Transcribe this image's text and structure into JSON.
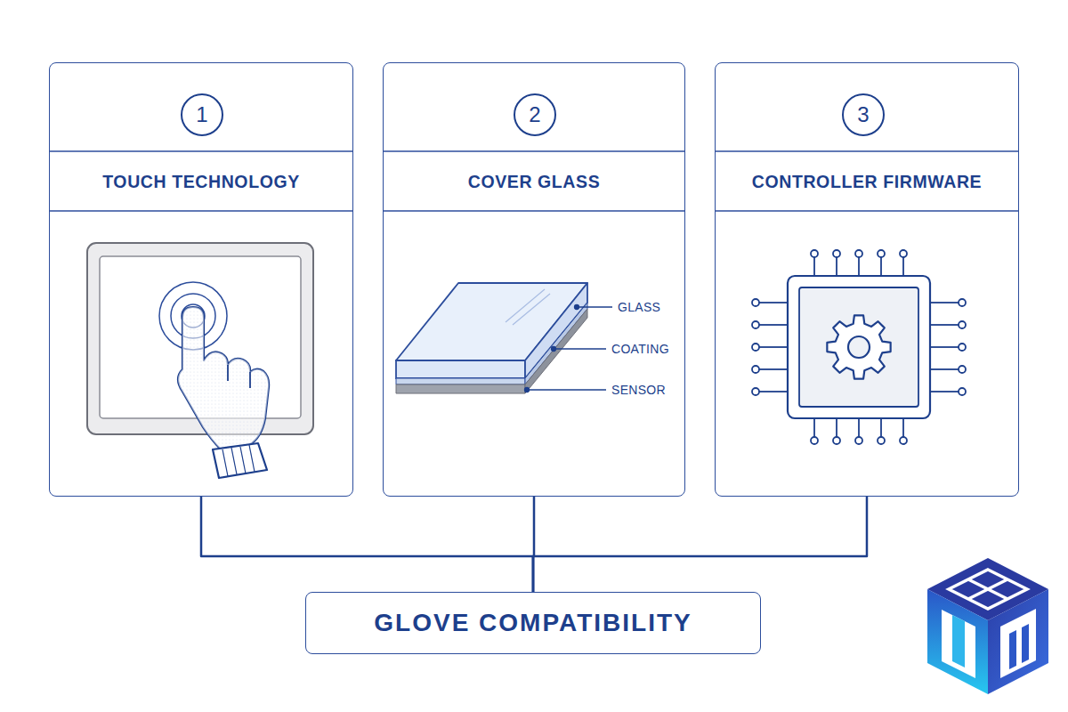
{
  "diagram": {
    "nodes": [
      {
        "text": [
          "TOUCH TECHNOLOGY"
        ]
      },
      {
        "text": [
          "1"
        ],
        "in": 0
      },
      {
        "text": [
          "COVER GLASS"
        ]
      },
      {
        "text": [
          "2"
        ],
        "in": 2
      },
      {
        "text": [
          "CONTROLLER FIRMWARE"
        ]
      },
      {
        "text": [
          "3"
        ],
        "in": 4
      },
      {
        "text": [
          "GLOVE COMPATIBILITY"
        ]
      }
    ],
    "edges": [
      {
        "from": 0,
        "to": 6,
        "arrow": "none"
      },
      {
        "from": 2,
        "to": 6,
        "arrow": "none"
      },
      {
        "from": 4,
        "to": 6,
        "arrow": "none"
      }
    ],
    "labels": [
      "GLASS",
      "COATING",
      "SENSOR"
    ]
  }
}
